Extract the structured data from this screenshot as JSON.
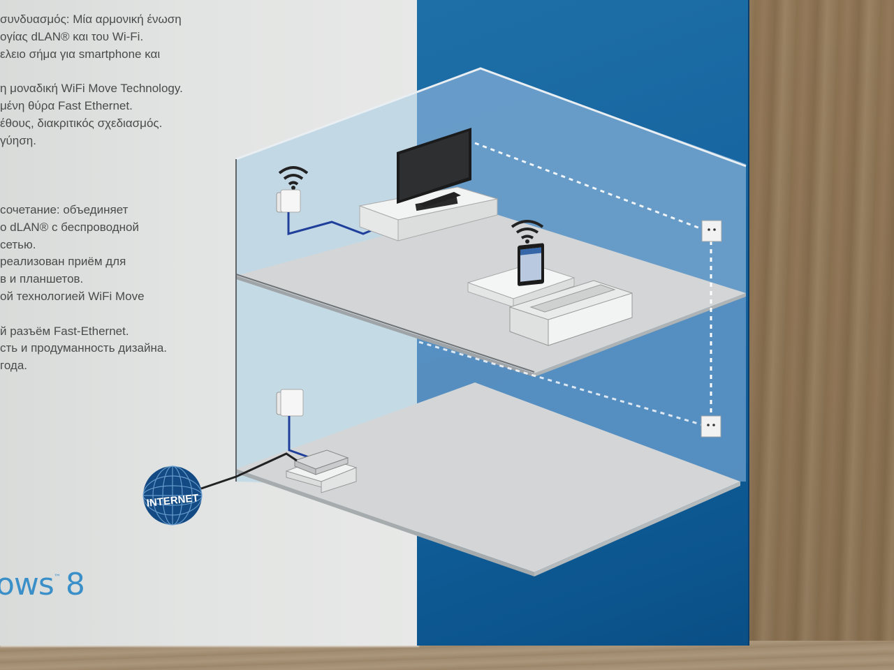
{
  "scene": {
    "description": "Photo of the side of a dLAN WiFi product box lying on a wooden surface, showing Greek and Russian feature text and an isometric home network diagram.",
    "colors": {
      "box_white": "#e2e4e3",
      "box_blue": "#1765a0",
      "wall_light_blue": "#6c9fcb",
      "floor_grey": "#d3d5d6",
      "cable_blue": "#1f3f9a",
      "text_grey": "#4a4a4a",
      "windows_blue": "#3b8fc8",
      "wood": "#8f7a5c"
    }
  },
  "text_greek": {
    "lines": [
      "συνδυασμός: Μία αρμονική ένωση",
      "ογίας dLAN® και του Wi-Fi.",
      "ελειο σήμα για smartphone και",
      "",
      "η μοναδική WiFi Move Technology.",
      "μένη θύρα Fast Ethernet.",
      "έθους, διακριτικός σχεδιασμός.",
      "γύηση."
    ]
  },
  "text_russian": {
    "lines": [
      "сочетание: объединяет",
      "о dLAN® с беспроводной",
      "сетью.",
      "реализован приём для",
      "в и планшетов.",
      "ой технологией WiFi Move",
      "",
      "й разъём Fast-Ethernet.",
      "сть и продуманность дизайна.",
      "года."
    ]
  },
  "windows_logo": {
    "text": "ows",
    "tm": "™",
    "version": "8"
  },
  "diagram": {
    "internet_label": "INTERNET",
    "devices": [
      {
        "name": "dlan-wifi-adapter-upstairs",
        "floor": "upper"
      },
      {
        "name": "television",
        "floor": "upper"
      },
      {
        "name": "tablet",
        "floor": "upper"
      },
      {
        "name": "dlan-adapter-downstairs",
        "floor": "lower"
      },
      {
        "name": "router",
        "floor": "lower"
      },
      {
        "name": "power-socket-upper",
        "floor": "upper"
      },
      {
        "name": "power-socket-lower",
        "floor": "lower"
      }
    ]
  }
}
